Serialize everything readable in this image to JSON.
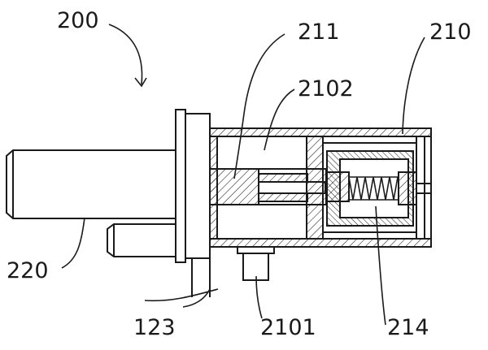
{
  "labels": {
    "assembly": "200",
    "pin": "211",
    "chamber": "2102",
    "housing": "210",
    "shaft": "220",
    "plate": "123",
    "port": "2101",
    "spring": "214"
  },
  "colors": {
    "line": "#1a1a1a",
    "background": "#ffffff"
  }
}
